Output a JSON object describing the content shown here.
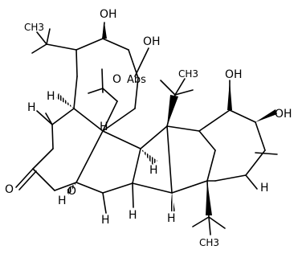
{
  "structure": {
    "atom_labels": {
      "oh_top": "OH",
      "oh_bridge": "OH",
      "oh_right_upper": "OH",
      "oh_right_lower": "OH",
      "bridge_oxygen": "O",
      "abs_label": "Abs",
      "carbonyl_oxygen": "O",
      "ring_oxygen": "O",
      "h_alpha_left": "H",
      "h_bridge_methyl": "H",
      "h_mid": "H",
      "h_right": "H",
      "h_bottom_lactone": "H",
      "h_bottom_mid": "H",
      "h_bottom_right": "H",
      "h_ch2_lactone": "H",
      "h_ch2_lactone_2": "H",
      "methyl_top_left": "CH3",
      "methyl_center": "CH3",
      "methyl_bottom_right": "CH3"
    },
    "colors": {
      "ink": "#000000",
      "background": "#ffffff"
    }
  }
}
